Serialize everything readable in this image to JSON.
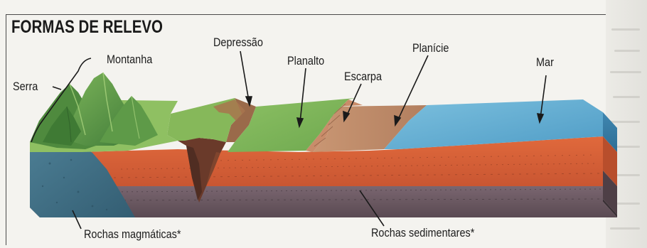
{
  "title": "FORMAS DE RELEVO",
  "labels": {
    "serra": "Serra",
    "montanha": "Montanha",
    "depressao": "Depressão",
    "planalto": "Planalto",
    "escarpa": "Escarpa",
    "planicie": "Planície",
    "mar": "Mar",
    "rochas_magmaticas": "Rochas magmáticas*",
    "rochas_sedimentares": "Rochas sedimentares*"
  },
  "colors": {
    "mountain_green": "#5f9a4a",
    "plateau_green": "#7db55a",
    "plain_brown": "#b98a6a",
    "sea_blue": "#5aa8cf",
    "sedimentary_orange": "#d9623a",
    "magmatic_blue": "#3f6f86",
    "bedrock_gray": "#6b5a63"
  }
}
